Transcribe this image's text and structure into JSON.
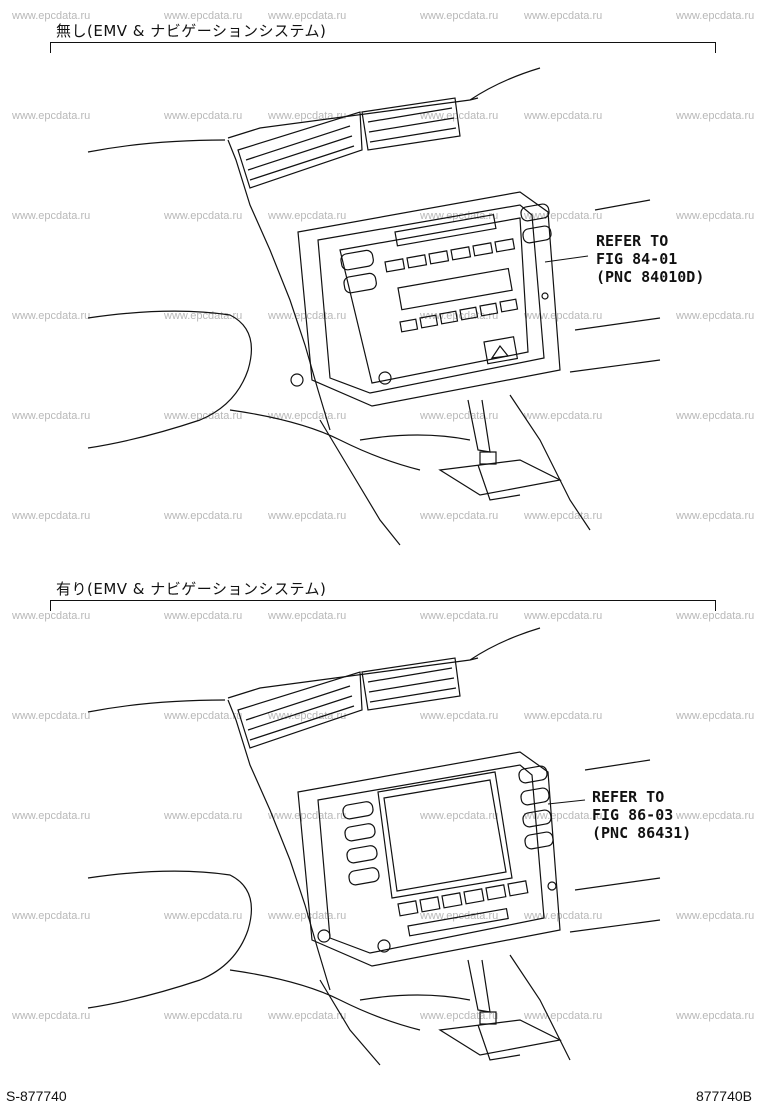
{
  "watermark": "www.epcdata.ru",
  "sections": [
    {
      "id": "without",
      "header": "無し(EMV & ナビゲーションシステム)",
      "refer": [
        "REFER TO",
        "FIG 84-01",
        "(PNC 84010D)"
      ]
    },
    {
      "id": "with",
      "header": "有り(EMV & ナビゲーションシステム)",
      "refer": [
        "REFER TO",
        "FIG 86-03",
        "(PNC 86431)"
      ]
    }
  ],
  "footer": {
    "left_code": "S-877740",
    "right_code": "877740B"
  }
}
